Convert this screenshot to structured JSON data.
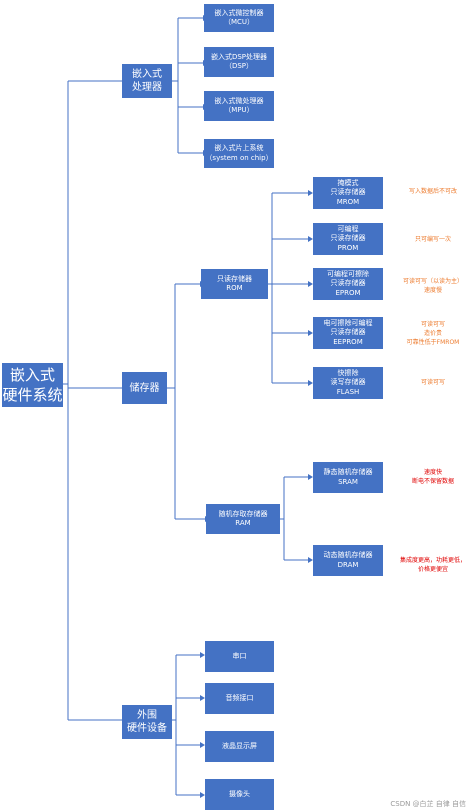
{
  "root": {
    "lines": [
      "嵌入式",
      "硬件系统"
    ]
  },
  "processor": {
    "lines": [
      "嵌入式",
      "处理器"
    ],
    "items": [
      {
        "lines": [
          "嵌入式微控制器",
          "（MCU）"
        ]
      },
      {
        "lines": [
          "嵌入式DSP处理器",
          "（DSP）"
        ]
      },
      {
        "lines": [
          "嵌入式微处理器",
          "（MPU）"
        ]
      },
      {
        "lines": [
          "嵌入式片上系统",
          "（system on chip）"
        ]
      }
    ]
  },
  "storage": {
    "label": "储存器",
    "rom": {
      "lines": [
        "只读存储器",
        "ROM"
      ],
      "items": [
        {
          "lines": [
            "掩模式",
            "只读存储器",
            "MROM"
          ],
          "note": [
            "写入数据后不可改"
          ]
        },
        {
          "lines": [
            "可编程",
            "只读存储器",
            "PROM"
          ],
          "note": [
            "只可编写一次"
          ]
        },
        {
          "lines": [
            "可编程可擦除",
            "只读存储器",
            "EPROM"
          ],
          "note": [
            "可读可写（以读为主）",
            "速度慢"
          ]
        },
        {
          "lines": [
            "电可擦除可编程",
            "只读存储器",
            "EEPROM"
          ],
          "note": [
            "可读可写",
            "造价贵",
            "可靠性低于FMROM"
          ]
        },
        {
          "lines": [
            "快擦除",
            "读写存储器",
            "FLASH"
          ],
          "note": [
            "可读可写"
          ]
        }
      ]
    },
    "ram": {
      "lines": [
        "随机存取存储器",
        "RAM"
      ],
      "items": [
        {
          "lines": [
            "静态随机存储器",
            "SRAM"
          ],
          "note": [
            "速度快",
            "断电不保留数据"
          ]
        },
        {
          "lines": [
            "动态随机存储器",
            "DRAM"
          ],
          "note": [
            "集成度更高，功耗更低，",
            "价格更便宜"
          ]
        }
      ]
    }
  },
  "peripheral": {
    "lines": [
      "外围",
      "硬件设备"
    ],
    "items": [
      {
        "label": "串口"
      },
      {
        "label": "音频接口"
      },
      {
        "label": "液晶显示屏"
      },
      {
        "label": "摄像头"
      }
    ]
  },
  "watermark": "CSDN @白芷 自律 自信",
  "colors": {
    "box": "#4472c4",
    "connector": "#4472c4",
    "note_orange": "#ed7d31",
    "note_red": "#e00000"
  }
}
